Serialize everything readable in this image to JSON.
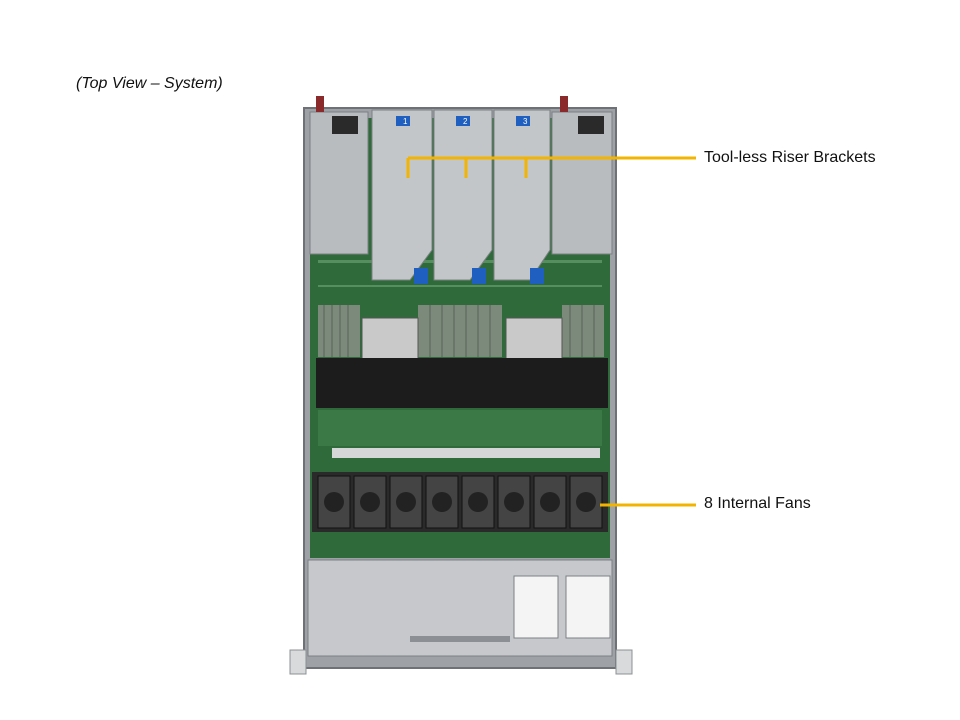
{
  "caption": "(Top View – System)",
  "callouts": {
    "riser_brackets": "Tool-less Riser Brackets",
    "internal_fans": "8 Internal Fans"
  },
  "riser_numbers": [
    "1",
    "2",
    "3"
  ],
  "colors": {
    "callout_line": "#F2B400",
    "board_green": "#2f6a3a",
    "riser_blue": "#1f5fbf",
    "chassis_gray": "#b9bcbf",
    "heatsink_black": "#1c1c1c"
  }
}
